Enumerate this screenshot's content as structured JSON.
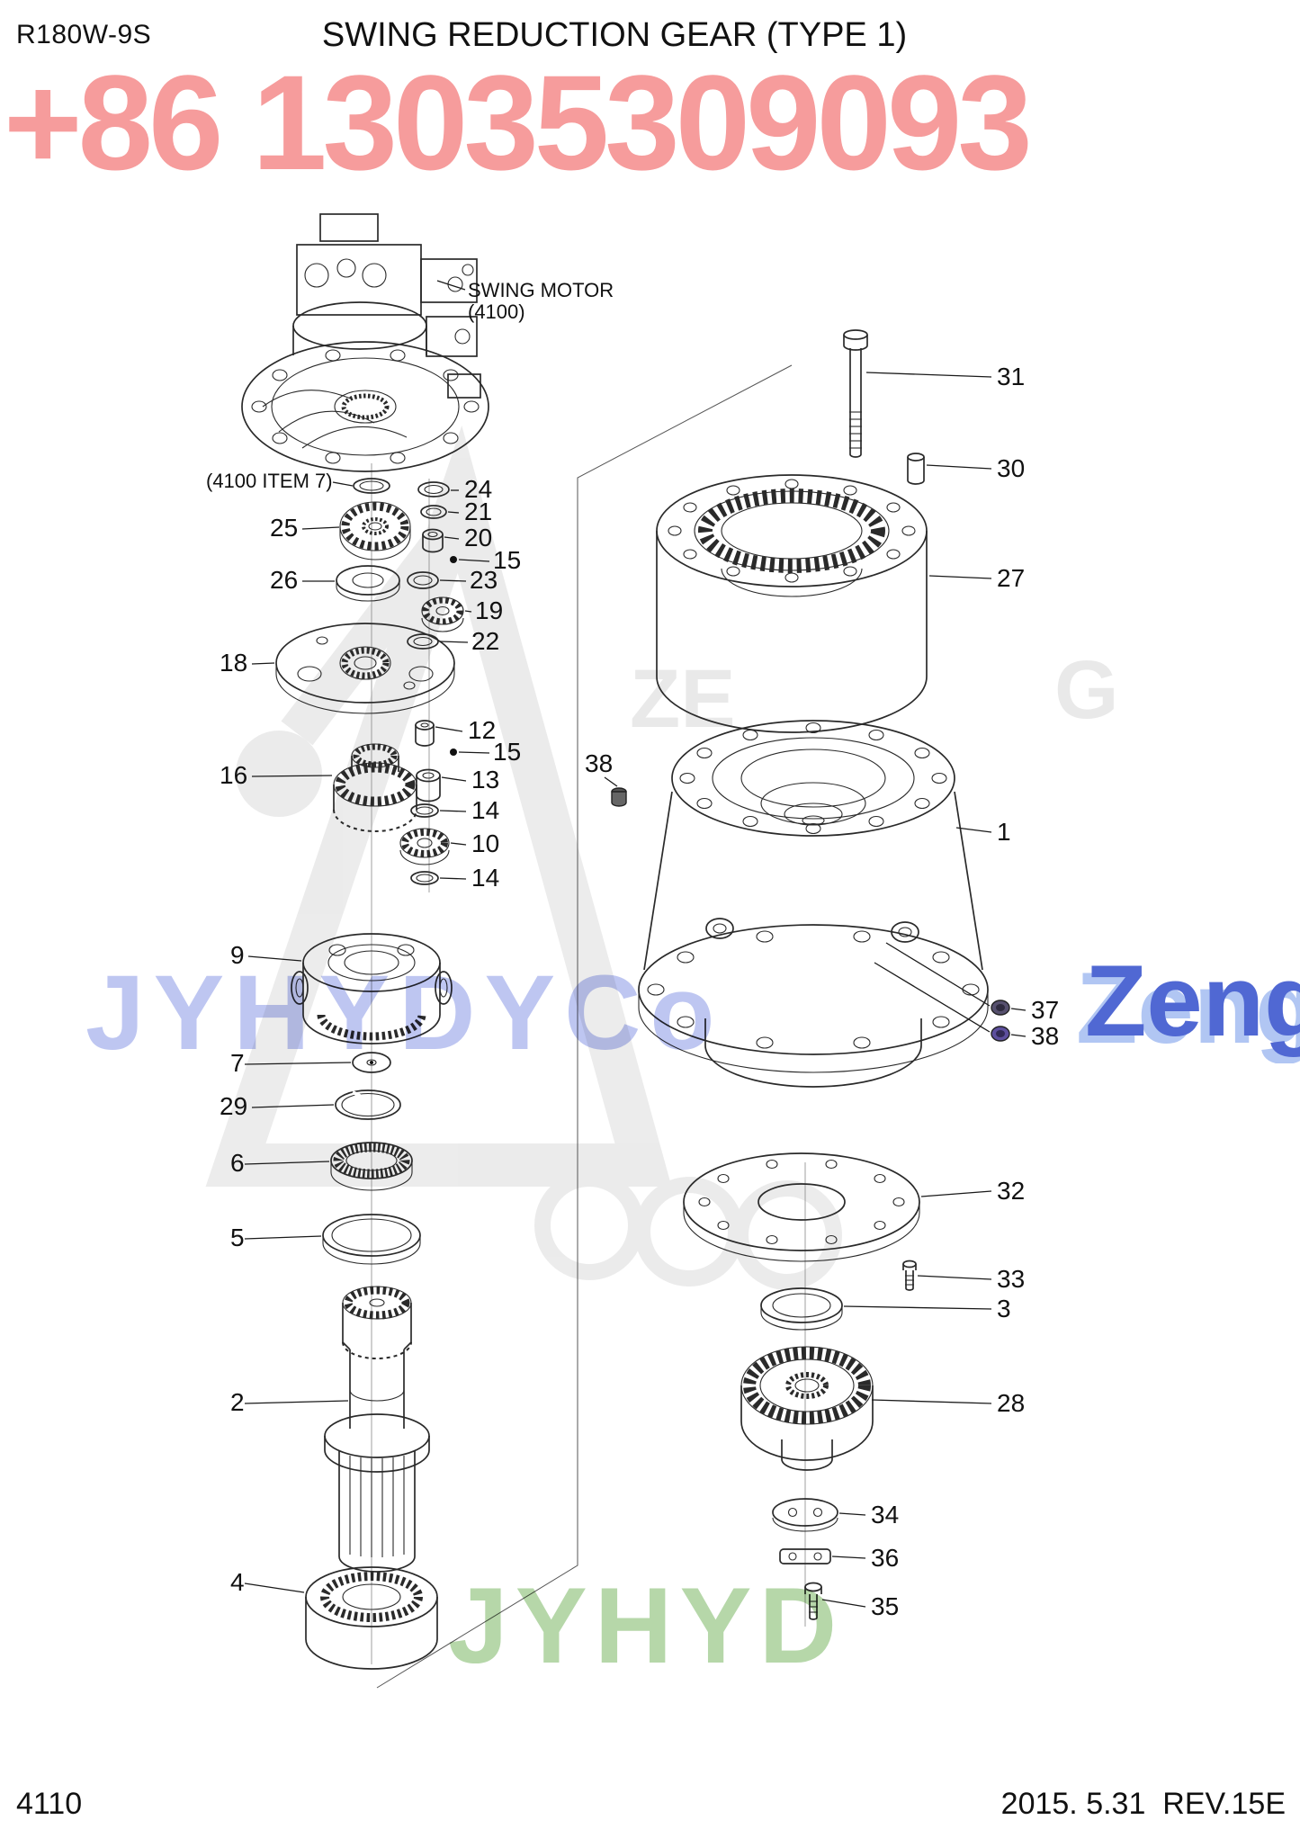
{
  "header": {
    "model": "R180W-9S",
    "title": "SWING REDUCTION GEAR (TYPE 1)"
  },
  "footer": {
    "page_number": "4110",
    "revision": "2015. 5.31  REV.15E"
  },
  "watermarks": {
    "phone": "+86 13035309093",
    "brand_left": "JYHYDYCo",
    "brand_right": "Zeng",
    "brand_bottom": "JYHYD",
    "faint_text_1": "ZE",
    "faint_text_2": "G"
  },
  "diagram": {
    "motor_label": "SWING MOTOR",
    "motor_sub": "(4100)",
    "item7_label": "(4100 ITEM 7)",
    "callouts": [
      "31",
      "30",
      "27",
      "24",
      "21",
      "20",
      "15",
      "25",
      "26",
      "23",
      "19",
      "22",
      "18",
      "12",
      "15",
      "16",
      "13",
      "14",
      "10",
      "14",
      "9",
      "7",
      "29",
      "6",
      "5",
      "2",
      "4",
      "38",
      "1",
      "37",
      "38",
      "32",
      "33",
      "3",
      "28",
      "34",
      "36",
      "35"
    ]
  },
  "colors": {
    "line": "#2a2a2a",
    "phone_pink": "#f69c9c",
    "brand_lavender": "#aeb8ee",
    "brand_blue": "#3d57cf",
    "brand_blue_shadow": "#a9c0f2",
    "brand_green": "#aed3a0",
    "watermark_gray": "#dcdcdc"
  }
}
